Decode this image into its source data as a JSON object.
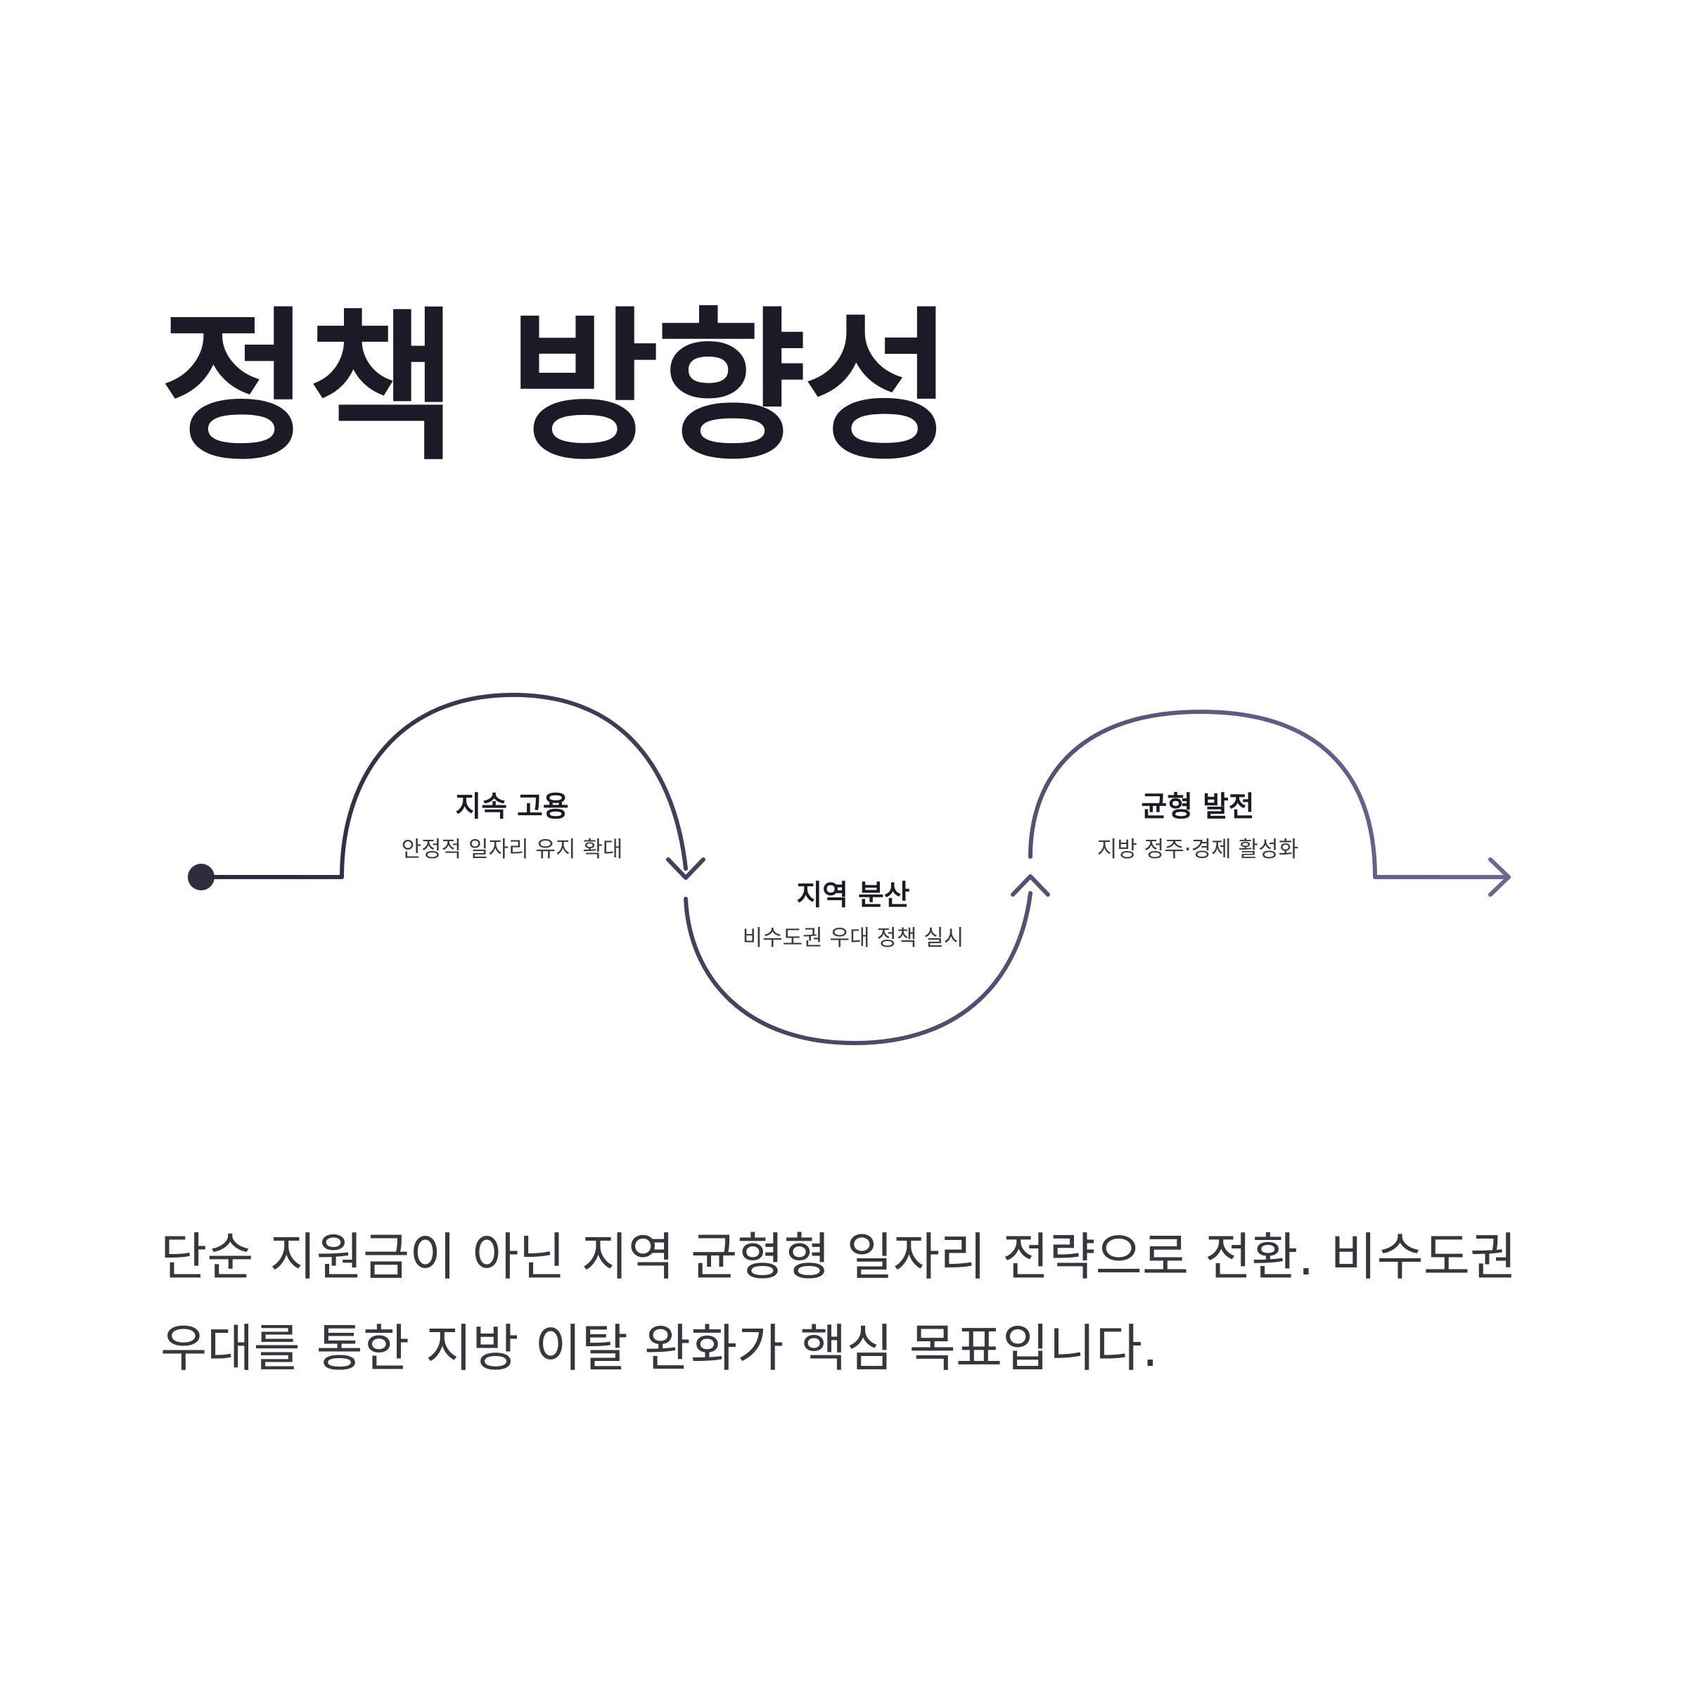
{
  "title": "정책 방향성",
  "steps": [
    {
      "title": "지속 고용",
      "description": "안정적 일자리 유지 확대"
    },
    {
      "title": "지역 분산",
      "description": "비수도권 우대 정책 실시"
    },
    {
      "title": "균형 발전",
      "description": "지방 정주·경제 활성화"
    }
  ],
  "description": "단순 지원금이 아닌 지역 균형형 일자리 전략으로 전환. 비수도권 우대를 통한 지방 이탈 완화가 핵심 목표입니다.",
  "colors": {
    "flow_start": "#2a2a3c",
    "flow_end": "#6a6896",
    "title": "#1b1b27",
    "body_text": "#36363f"
  }
}
